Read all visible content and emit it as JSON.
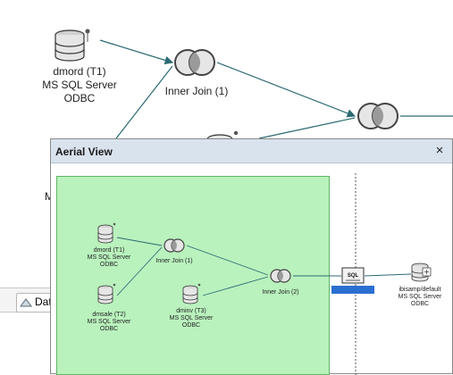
{
  "background_nodes": {
    "dmord": {
      "name": "dmord (T1)",
      "server": "MS SQL Server",
      "driver": "ODBC"
    },
    "join1": {
      "label": "Inner Join (1)"
    },
    "fragment_m": "M",
    "fragment_dat": "Dat"
  },
  "aerial_view": {
    "title": "Aerial View",
    "close_glyph": "×",
    "nodes": {
      "t1": {
        "name": "dmord (T1)",
        "server": "MS SQL Server",
        "driver": "ODBC"
      },
      "t2": {
        "name": "dmsale (T2)",
        "server": "MS SQL Server",
        "driver": "ODBC"
      },
      "t3": {
        "name": "dminv (T3)",
        "server": "MS SQL Server",
        "driver": "ODBC"
      },
      "join1": {
        "label": "Inner Join (1)"
      },
      "join2": {
        "label": "Inner Join (2)"
      },
      "sql": {
        "glyph": "SQL"
      },
      "target": {
        "name": "ibisamp/default",
        "server": "MS SQL Server",
        "driver": "ODBC"
      }
    },
    "colors": {
      "viewport_fill": "#b9f2bd",
      "edge": "#2b6a73",
      "selection": "#2a6fd1"
    }
  }
}
